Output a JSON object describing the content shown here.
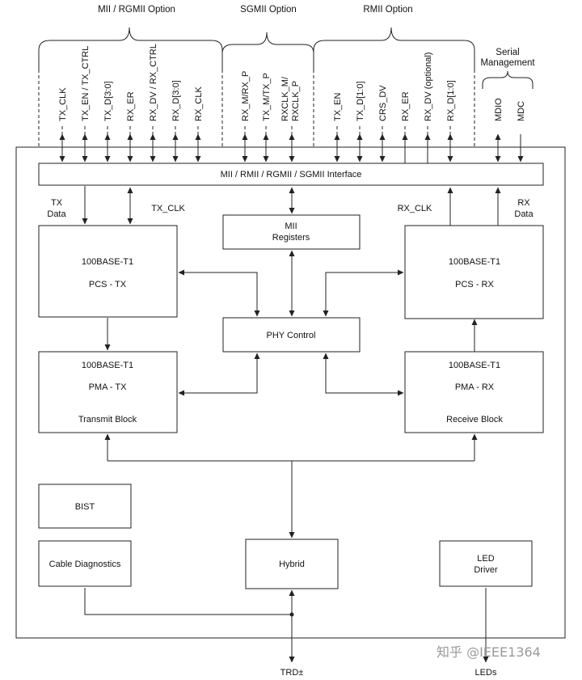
{
  "groups": {
    "mii": "MII / RGMII Option",
    "sgmii": "SGMII Option",
    "rmii": "RMII Option",
    "serial_line1": "Serial",
    "serial_line2": "Management"
  },
  "signals": {
    "mii": [
      "TX_CLK",
      "TX_EN / TX_CTRL",
      "TX_D[3:0]",
      "RX_ER",
      "RX_DV / RX_CTRL",
      "RX_D[3:0]",
      "RX_CLK"
    ],
    "sgmii": [
      "RX_M/RX_P",
      "TX_M/TX_P"
    ],
    "sgmii_clk_line1": "RXCLK_M/",
    "sgmii_clk_line2": "RXCLK_P",
    "rmii": [
      "TX_EN",
      "TX_D[1:0]",
      "CRS_DV",
      "RX_ER",
      "RX_DV (optional)",
      "RX_D[1:0]"
    ],
    "serial": [
      "MDIO",
      "MDC"
    ]
  },
  "blocks": {
    "interface": "MII / RMII / RGMII / SGMII Interface",
    "mii_reg_line1": "MII",
    "mii_reg_line2": "Registers",
    "pcs_tx_line1": "100BASE-T1",
    "pcs_tx_line2": "PCS - TX",
    "pcs_rx_line1": "100BASE-T1",
    "pcs_rx_line2": "PCS - RX",
    "phy_control": "PHY Control",
    "pma_tx_line1": "100BASE-T1",
    "pma_tx_line2": "PMA - TX",
    "pma_tx_line3": "Transmit Block",
    "pma_rx_line1": "100BASE-T1",
    "pma_rx_line2": "PMA - RX",
    "pma_rx_line3": "Receive Block",
    "bist": "BIST",
    "cable_diag": "Cable Diagnostics",
    "hybrid": "Hybrid",
    "led_line1": "LED",
    "led_line2": "Driver"
  },
  "labels": {
    "tx_data_line1": "TX",
    "tx_data_line2": "Data",
    "tx_clk": "TX_CLK",
    "rx_clk": "RX_CLK",
    "rx_data_line1": "RX",
    "rx_data_line2": "Data",
    "trd": "TRD±",
    "leds": "LEDs"
  },
  "watermark": "知乎 @IEEE1364"
}
